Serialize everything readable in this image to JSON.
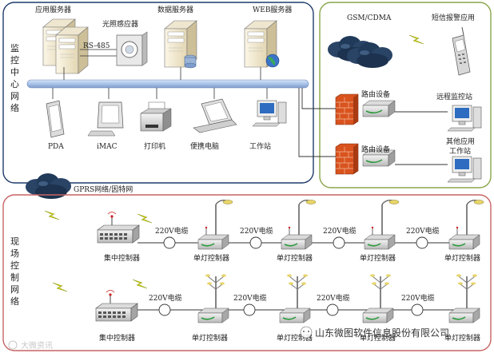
{
  "monitor_center": {
    "title_chars": [
      "监",
      "控",
      "中",
      "心",
      "网",
      "络"
    ],
    "servers": {
      "app": "应用服务器",
      "light_sensor": "光照感应器",
      "data": "数据服务器",
      "web": "WEB服务器",
      "link": "RS-485"
    },
    "clients": {
      "pda": "PDA",
      "imac": "iMAC",
      "printer": "打印机",
      "laptop": "便携电脑",
      "workstation": "工作站"
    }
  },
  "remote": {
    "gsm": "GSM/CDMA",
    "sms_app": "短信报警应用",
    "router_1": "路由设备",
    "router_2": "路由设备",
    "remote_station": "远程监控站",
    "other_app_line1": "其他应用",
    "other_app_line2": "工作站"
  },
  "field": {
    "title_chars": [
      "现",
      "场",
      "控",
      "制",
      "网",
      "络"
    ],
    "gprs": "GPRS网络/因特网",
    "cable": "220V电缆",
    "central_controller": "集中控制器",
    "single_controller": "单灯控制器"
  },
  "watermark": {
    "company": "山东微图软件信息股份有限公司",
    "source": "大微资讯"
  },
  "colors": {
    "monitor_border": "#1f3b6b",
    "remote_border": "#8aa64a",
    "field_border": "#c86464",
    "bus": "#a9c2e8",
    "router_red": "#d9531e",
    "cloud": "#233b57",
    "lightning": "#d8e000"
  }
}
